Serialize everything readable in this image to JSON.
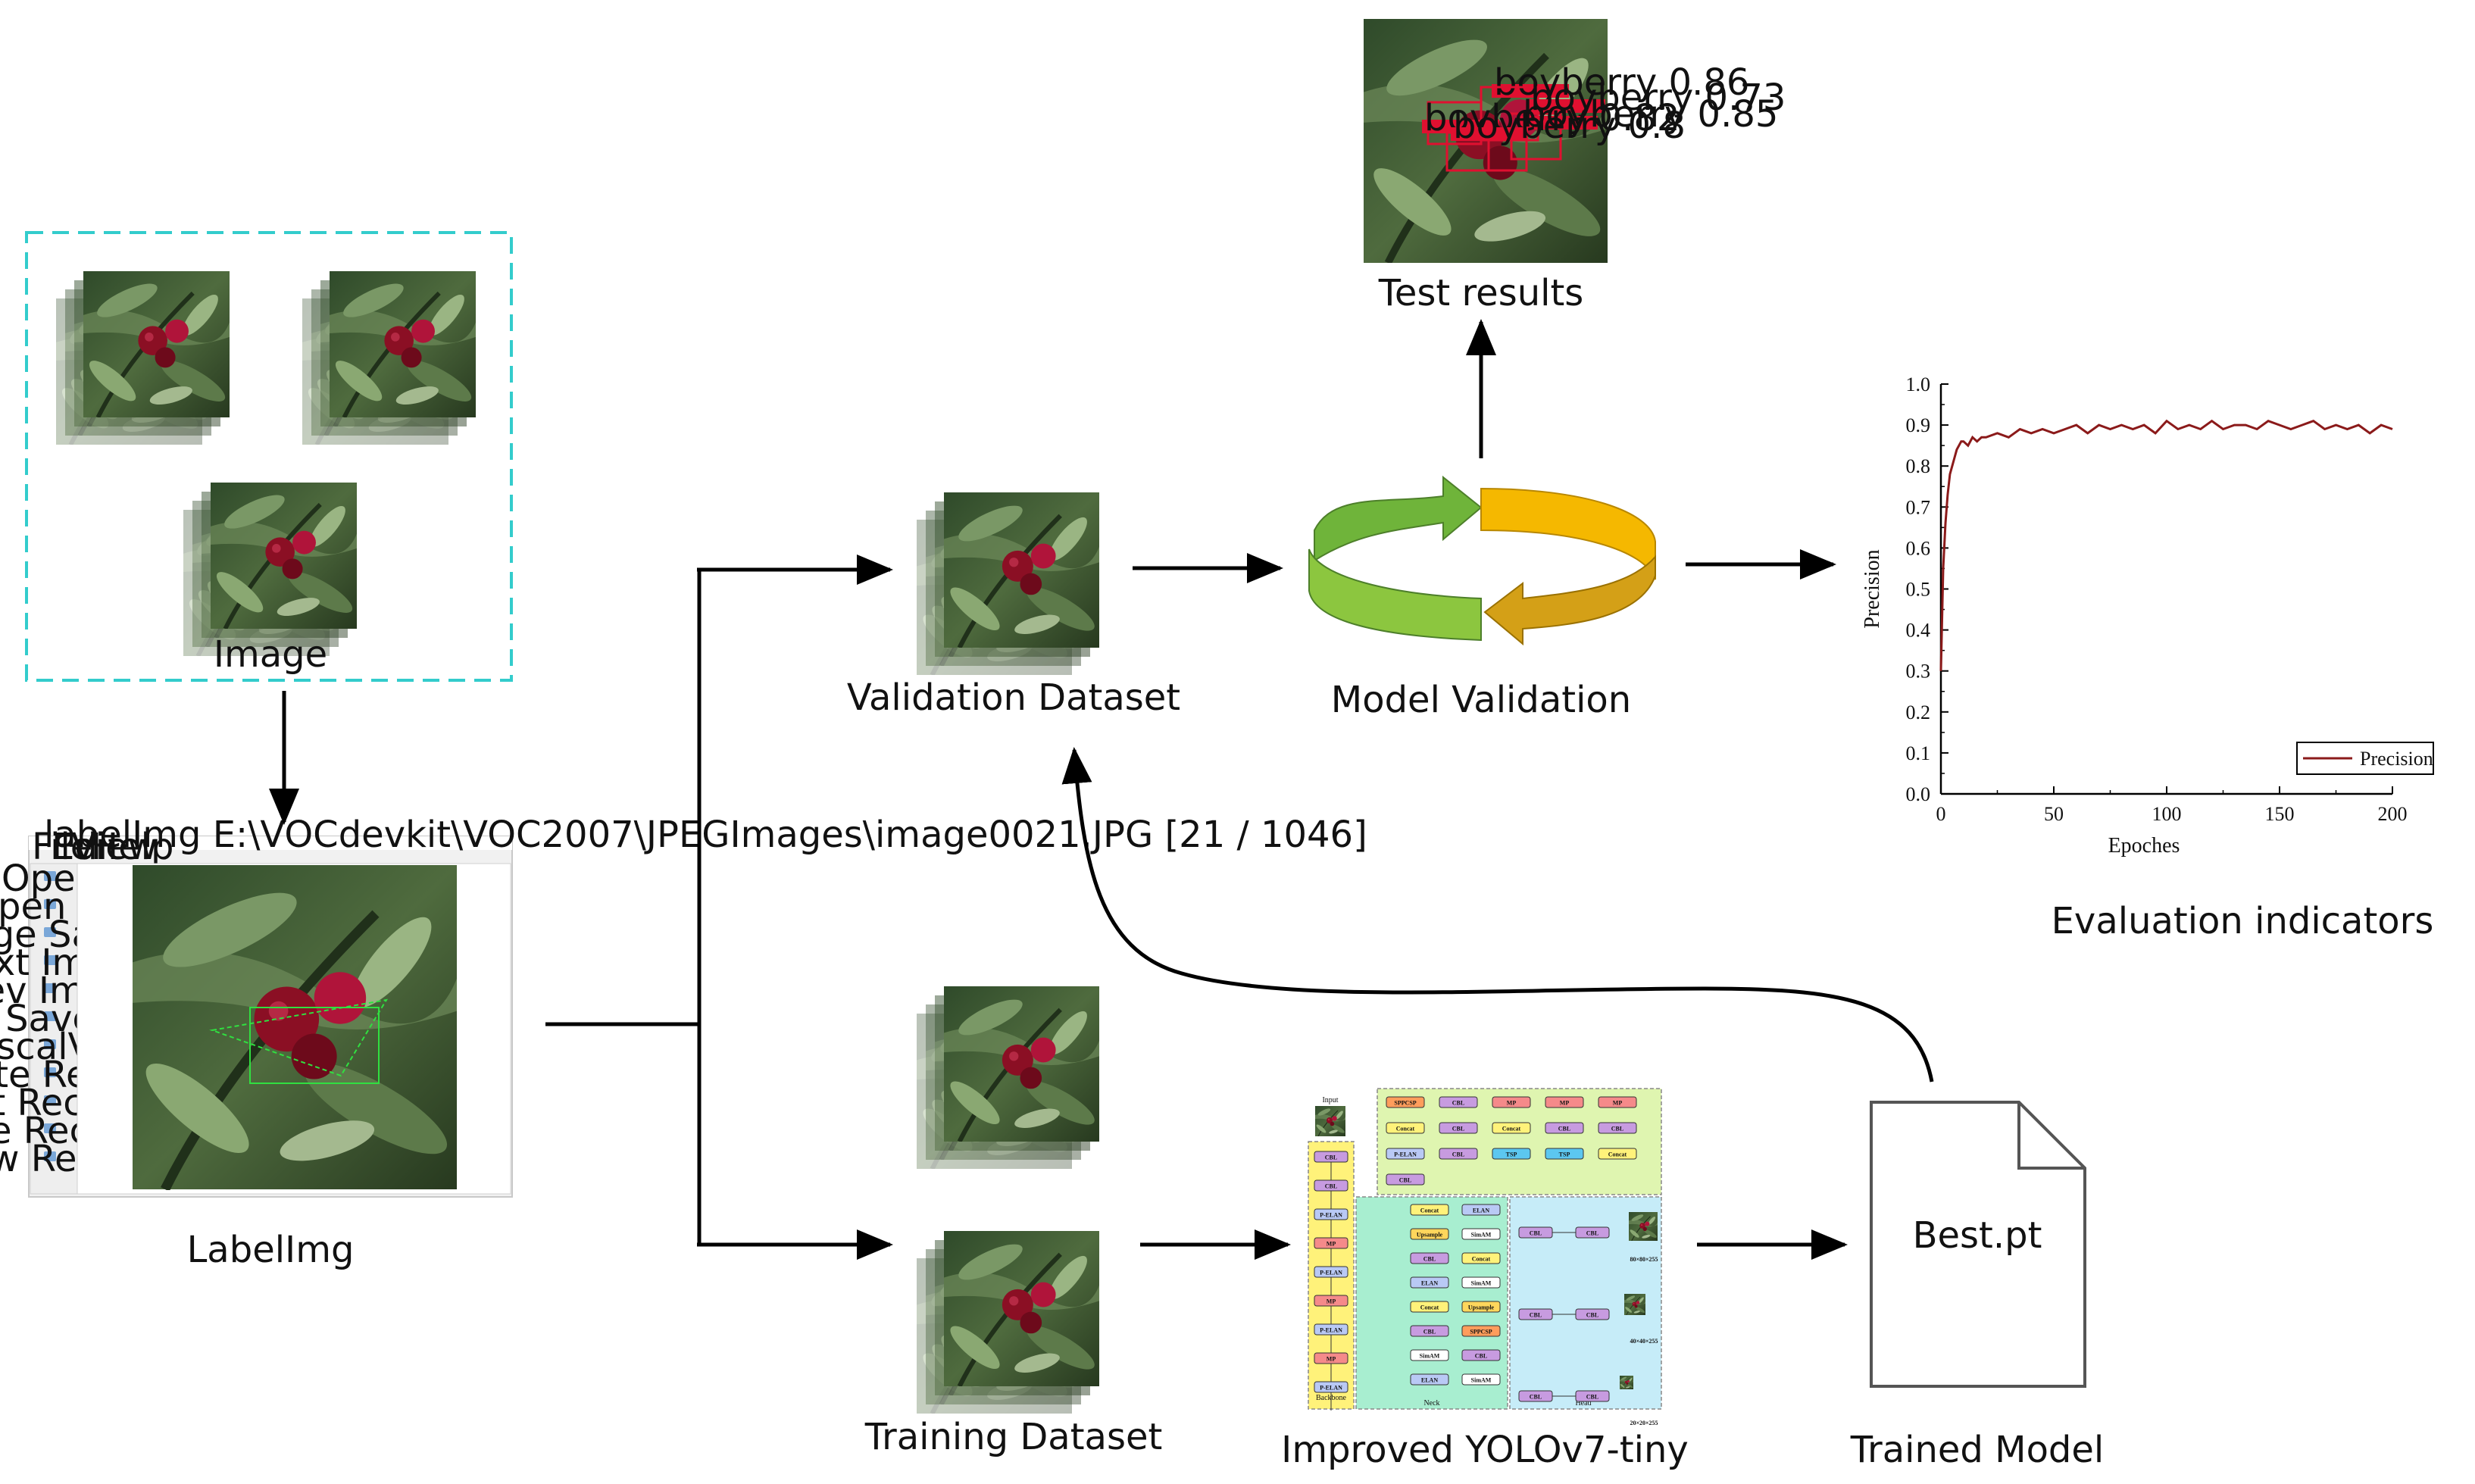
{
  "labels": {
    "image": "Image",
    "labelimg": "LabelImg",
    "validation_dataset": "Validation Dataset",
    "training_dataset": "Training Dataset",
    "model_validation": "Model Validation",
    "test_results": "Test results",
    "improved_yolo": "Improved YOLOv7-tiny",
    "trained_model": "Trained Model",
    "best_pt": "Best.pt",
    "evaluation_indicators": "Evaluation indicators"
  },
  "test_detections": [
    "boyberry 0.86",
    "boyberry 0.73",
    "boyberry 0.85",
    "boyberry 0.82",
    "boyberry 0.8"
  ],
  "labelimg_window": {
    "title": "labelImg  E:\\VOCdevkit\\VOC2007\\JPEGImages\\image0021.JPG [21 / 1046]",
    "menu": [
      "File",
      "Edit",
      "View",
      "Help"
    ],
    "tools": [
      "Open",
      "Open Dir",
      "Change Save Dir",
      "Next Image",
      "Prev Image",
      "Save",
      "PascalVOC",
      "Create RectBox",
      "Edit RectBox",
      "Hide RectBox",
      "Show RectBox"
    ]
  },
  "yolo_blocks": {
    "section_labels": [
      "Input",
      "Backbone",
      "Neck",
      "Head"
    ],
    "backbone": [
      "CBL",
      "CBL",
      "P-ELAN",
      "MP",
      "P-ELAN",
      "MP",
      "P-ELAN",
      "MP",
      "P-ELAN"
    ],
    "neck": [
      "Concat",
      "ELAN",
      "Upsample",
      "SimAM",
      "CBL",
      "Concat",
      "ELAN",
      "SimAM",
      "Concat",
      "Upsample",
      "CBL",
      "SPPCSP",
      "SimAM",
      "CBL",
      "ELAN",
      "SimAM"
    ],
    "head": [
      "CBL",
      "CBL",
      "CBL",
      "CBL",
      "CBL",
      "CBL"
    ],
    "top": [
      "SPPCSP",
      "CBL",
      "MP",
      "MP",
      "MP",
      "Concat",
      "CBL",
      "Concat",
      "CBL",
      "CBL",
      "P-ELAN",
      "CBL",
      "TSP",
      "TSP",
      "Concat",
      "CBL"
    ],
    "outputs": [
      "80×80×255",
      "40×40×255",
      "20×20×255"
    ]
  },
  "colors": {
    "dashed_border": "#33CCCC",
    "curve": "#8B1A1A",
    "best_pt": "#E8101A",
    "arrow_green": "#6FB43A",
    "arrow_yellow": "#F5B800",
    "arrow_gold": "#D4A017"
  },
  "chart_data": {
    "type": "line",
    "xlabel": "Epoches",
    "ylabel": "Precision",
    "xlim": [
      0,
      200
    ],
    "ylim": [
      0.0,
      1.0
    ],
    "x_ticks": [
      "0",
      "50",
      "100",
      "150",
      "200"
    ],
    "y_ticks": [
      "0.0",
      "0.1",
      "0.2",
      "0.3",
      "0.4",
      "0.5",
      "0.6",
      "0.7",
      "0.8",
      "0.9",
      "1.0"
    ],
    "legend_position": "bottom-right",
    "series": [
      {
        "name": "Precision",
        "x": [
          0,
          1,
          2,
          3,
          4,
          5,
          6,
          7,
          8,
          9,
          10,
          12,
          14,
          16,
          18,
          20,
          25,
          30,
          35,
          40,
          45,
          50,
          55,
          60,
          65,
          70,
          75,
          80,
          85,
          90,
          95,
          100,
          105,
          110,
          115,
          120,
          125,
          130,
          135,
          140,
          145,
          150,
          155,
          160,
          165,
          170,
          175,
          180,
          185,
          190,
          195,
          200
        ],
        "y": [
          0.3,
          0.55,
          0.66,
          0.73,
          0.78,
          0.8,
          0.82,
          0.84,
          0.85,
          0.86,
          0.86,
          0.85,
          0.87,
          0.86,
          0.87,
          0.87,
          0.88,
          0.87,
          0.89,
          0.88,
          0.89,
          0.88,
          0.89,
          0.9,
          0.88,
          0.9,
          0.89,
          0.9,
          0.89,
          0.9,
          0.88,
          0.91,
          0.89,
          0.9,
          0.89,
          0.91,
          0.89,
          0.9,
          0.9,
          0.89,
          0.91,
          0.9,
          0.89,
          0.9,
          0.91,
          0.89,
          0.9,
          0.89,
          0.9,
          0.88,
          0.9,
          0.89
        ]
      }
    ]
  }
}
